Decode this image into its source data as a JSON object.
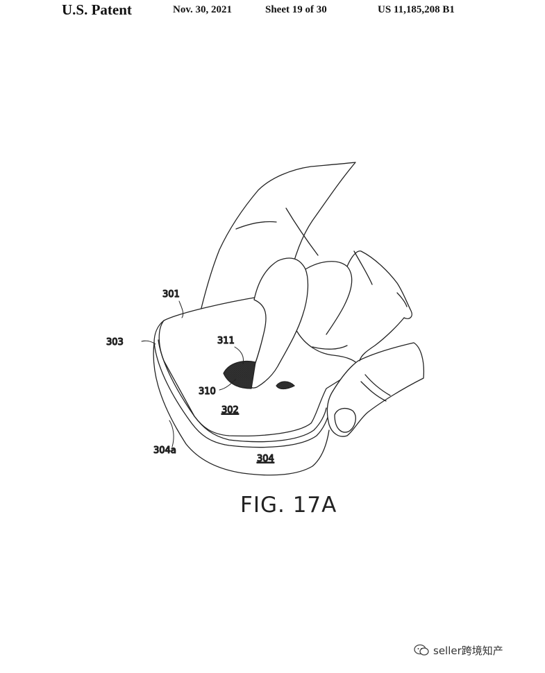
{
  "header": {
    "title": "U.S. Patent",
    "date": "Nov. 30, 2021",
    "sheet": "Sheet 19 of 30",
    "patent_number": "US 11,185,208 B1"
  },
  "figure": {
    "label": "FIG. 17A",
    "refs": {
      "r301": "301",
      "r303": "303",
      "r311": "311",
      "r310": "310",
      "r302": "302",
      "r304a": "304a",
      "r304": "304"
    }
  },
  "watermark": {
    "text": "seller跨境知产",
    "icon": "chat-bubble-icon"
  }
}
